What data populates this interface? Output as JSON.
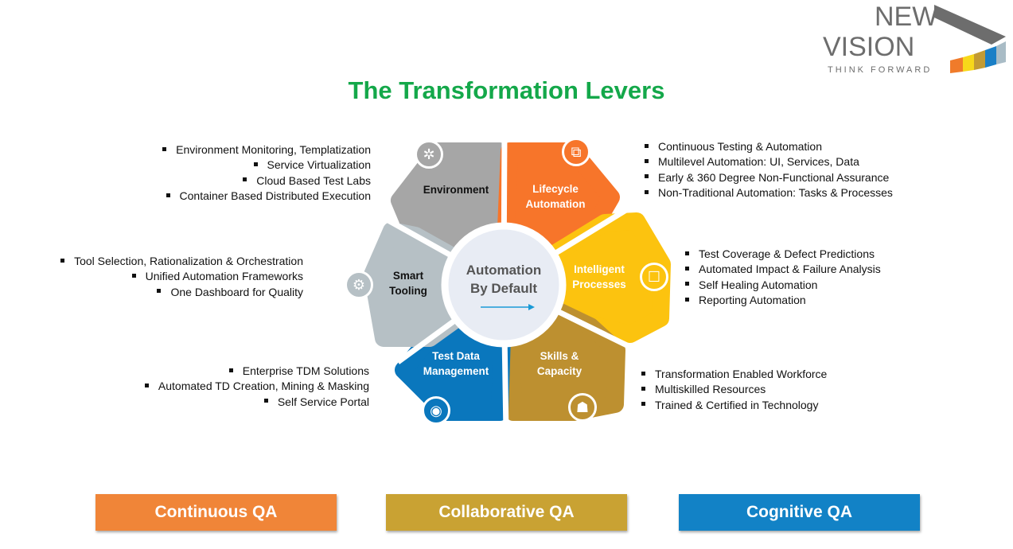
{
  "title": "The Transformation Levers",
  "logo": {
    "line1": "NEW",
    "line2": "VISION",
    "tagline": "THINK FORWARD"
  },
  "center": {
    "line1": "Automation",
    "line2": "By Default"
  },
  "levers": [
    {
      "name": "Environment",
      "color": "#a6a6a6",
      "icon": "network-icon"
    },
    {
      "name1": "Lifecycle",
      "name2": "Automation",
      "color": "#f7752a",
      "icon": "workflow-icon"
    },
    {
      "name1": "Intelligent",
      "name2": "Processes",
      "color": "#fcc30f",
      "icon": "robot-icon"
    },
    {
      "name1": "Skills &",
      "name2": "Capacity",
      "color": "#bd9030",
      "icon": "people-icon"
    },
    {
      "name1": "Test Data",
      "name2": "Management",
      "color": "#0a77bd",
      "icon": "brain-icon"
    },
    {
      "name1": "Smart",
      "name2": "Tooling",
      "color": "#b6c0c5",
      "icon": "gear-icon"
    }
  ],
  "bullets": {
    "environment": [
      "Environment Monitoring, Templatization",
      "Service Virtualization",
      "Cloud Based Test Labs",
      "Container Based Distributed Execution"
    ],
    "lifecycle": [
      "Continuous Testing & Automation",
      "Multilevel Automation: UI, Services, Data",
      "Early & 360 Degree Non-Functional Assurance",
      "Non-Traditional Automation: Tasks & Processes"
    ],
    "smart_tooling": [
      "Tool Selection, Rationalization & Orchestration",
      "Unified Automation Frameworks",
      "One Dashboard  for Quality"
    ],
    "intelligent": [
      "Test Coverage & Defect Predictions",
      "Automated Impact & Failure Analysis",
      "Self Healing Automation",
      "Reporting Automation"
    ],
    "test_data": [
      "Enterprise TDM Solutions",
      "Automated TD Creation, Mining & Masking",
      "Self Service Portal"
    ],
    "skills": [
      "Transformation Enabled Workforce",
      "Multiskilled Resources",
      "Trained & Certified in Technology"
    ]
  },
  "buttons": [
    {
      "label": "Continuous QA",
      "color": "#f08538"
    },
    {
      "label": "Collaborative QA",
      "color": "#c9a233"
    },
    {
      "label": "Cognitive QA",
      "color": "#1282c6"
    }
  ]
}
